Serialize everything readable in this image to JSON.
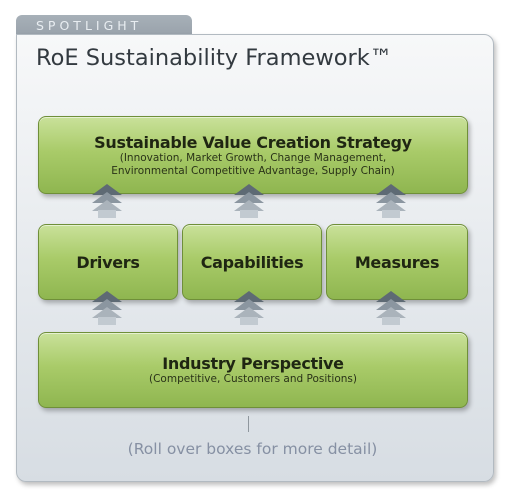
{
  "tab": {
    "label": "SPOTLIGHT"
  },
  "title": "RoE Sustainability Framework™",
  "boxes": {
    "strategy": {
      "title": "Sustainable Value Creation Strategy",
      "sub_line1": "(Innovation, Market Growth, Change Management,",
      "sub_line2": "Environmental Competitive Advantage, Supply Chain)"
    },
    "drivers": {
      "title": "Drivers"
    },
    "capabilities": {
      "title": "Capabilities"
    },
    "measures": {
      "title": "Measures"
    },
    "industry": {
      "title": "Industry Perspective",
      "sub": "(Competitive, Customers and Positions)"
    }
  },
  "hint": "(Roll over boxes for more detail)",
  "colors": {
    "box_green_light": "#c9e19a",
    "box_green_dark": "#8fb650",
    "arrow_dark": "#5e6a74",
    "arrow_light": "#c2cad1",
    "hint_text": "#8690a3"
  }
}
